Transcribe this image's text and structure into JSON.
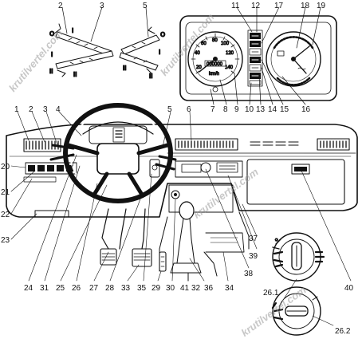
{
  "watermark": "krutilvertel.com",
  "switch_labels": {
    "off_left": "O",
    "pos1_left": "I",
    "pos1b_left": "I",
    "pos2_left": "II",
    "pos2b_left": "II",
    "off_right": "O",
    "pos1_right": "I",
    "pos2_right": "II",
    "pos2b_right": "II"
  },
  "gauge": {
    "speed_ticks": [
      "20",
      "40",
      "60",
      "80",
      "100",
      "120",
      "140"
    ],
    "unit": "km/h",
    "odometer": "000000"
  },
  "callouts": {
    "c1": "1",
    "c2a": "2",
    "c2b": "2",
    "c3a": "3",
    "c3b": "3",
    "c4": "4",
    "c5a": "5",
    "c5b": "5",
    "c6": "6",
    "c7": "7",
    "c8": "8",
    "c9": "9",
    "c10": "10",
    "c11": "11",
    "c12": "12",
    "c13": "13",
    "c14": "14",
    "c15": "15",
    "c16": "16",
    "c17": "17",
    "c18": "18",
    "c19": "19",
    "c20": "20",
    "c21": "21",
    "c22": "22",
    "c23": "23",
    "c24": "24",
    "c25": "25",
    "c26": "26",
    "c261": "26.1",
    "c262": "26.2",
    "c27": "27",
    "c28": "28",
    "c29": "29",
    "c30": "30",
    "c31": "31",
    "c32": "32",
    "c33": "33",
    "c34": "34",
    "c35": "35",
    "c36": "36",
    "c37": "37",
    "c38": "38",
    "c39": "39",
    "c40": "40",
    "c41": "41"
  }
}
